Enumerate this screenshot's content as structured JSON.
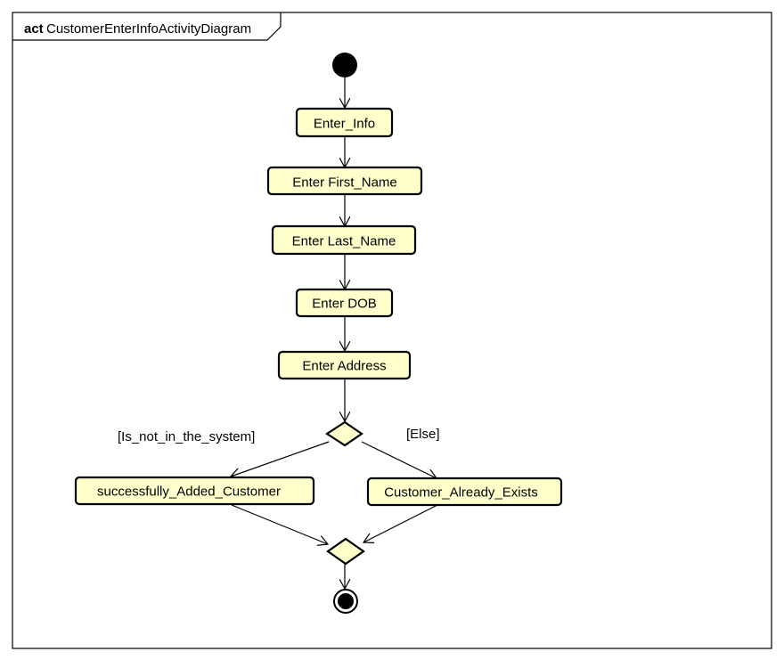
{
  "frame": {
    "keyword": "act",
    "name": "CustomerEnterInfoActivityDiagram"
  },
  "actions": {
    "enter_info": "Enter_Info",
    "enter_first_name": "Enter First_Name",
    "enter_last_name": "Enter Last_Name",
    "enter_dob": "Enter DOB",
    "enter_address": "Enter Address",
    "success": "successfully_Added_Customer",
    "exists": "Customer_Already_Exists"
  },
  "guards": {
    "not_in_system": "[Is_not_in_the_system]",
    "else": "[Else]"
  },
  "colors": {
    "node_fill": "#ffffcc",
    "stroke": "#000000"
  }
}
